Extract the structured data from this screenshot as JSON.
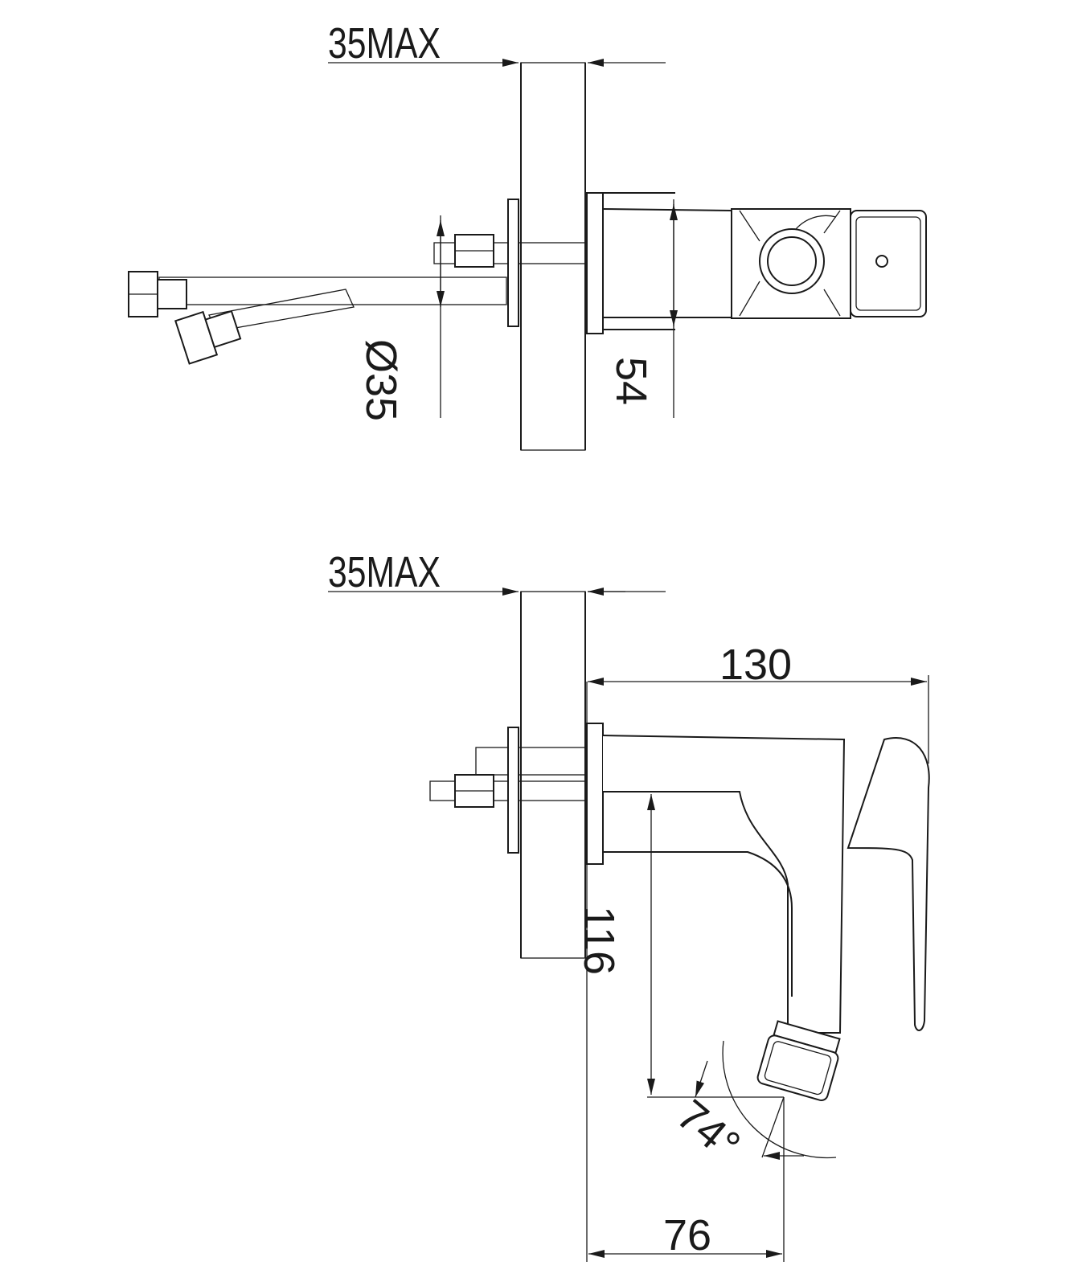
{
  "top_view": {
    "wall_depth_label": "35MAX",
    "hole_diameter_label": "Ø35",
    "body_height_label": "54"
  },
  "side_view": {
    "wall_depth_label": "35MAX",
    "projection_label": "130",
    "height_label": "116",
    "angle_label": "74°",
    "spout_offset_label": "76"
  },
  "colors": {
    "line": "#1a1a1a",
    "background": "#ffffff"
  }
}
